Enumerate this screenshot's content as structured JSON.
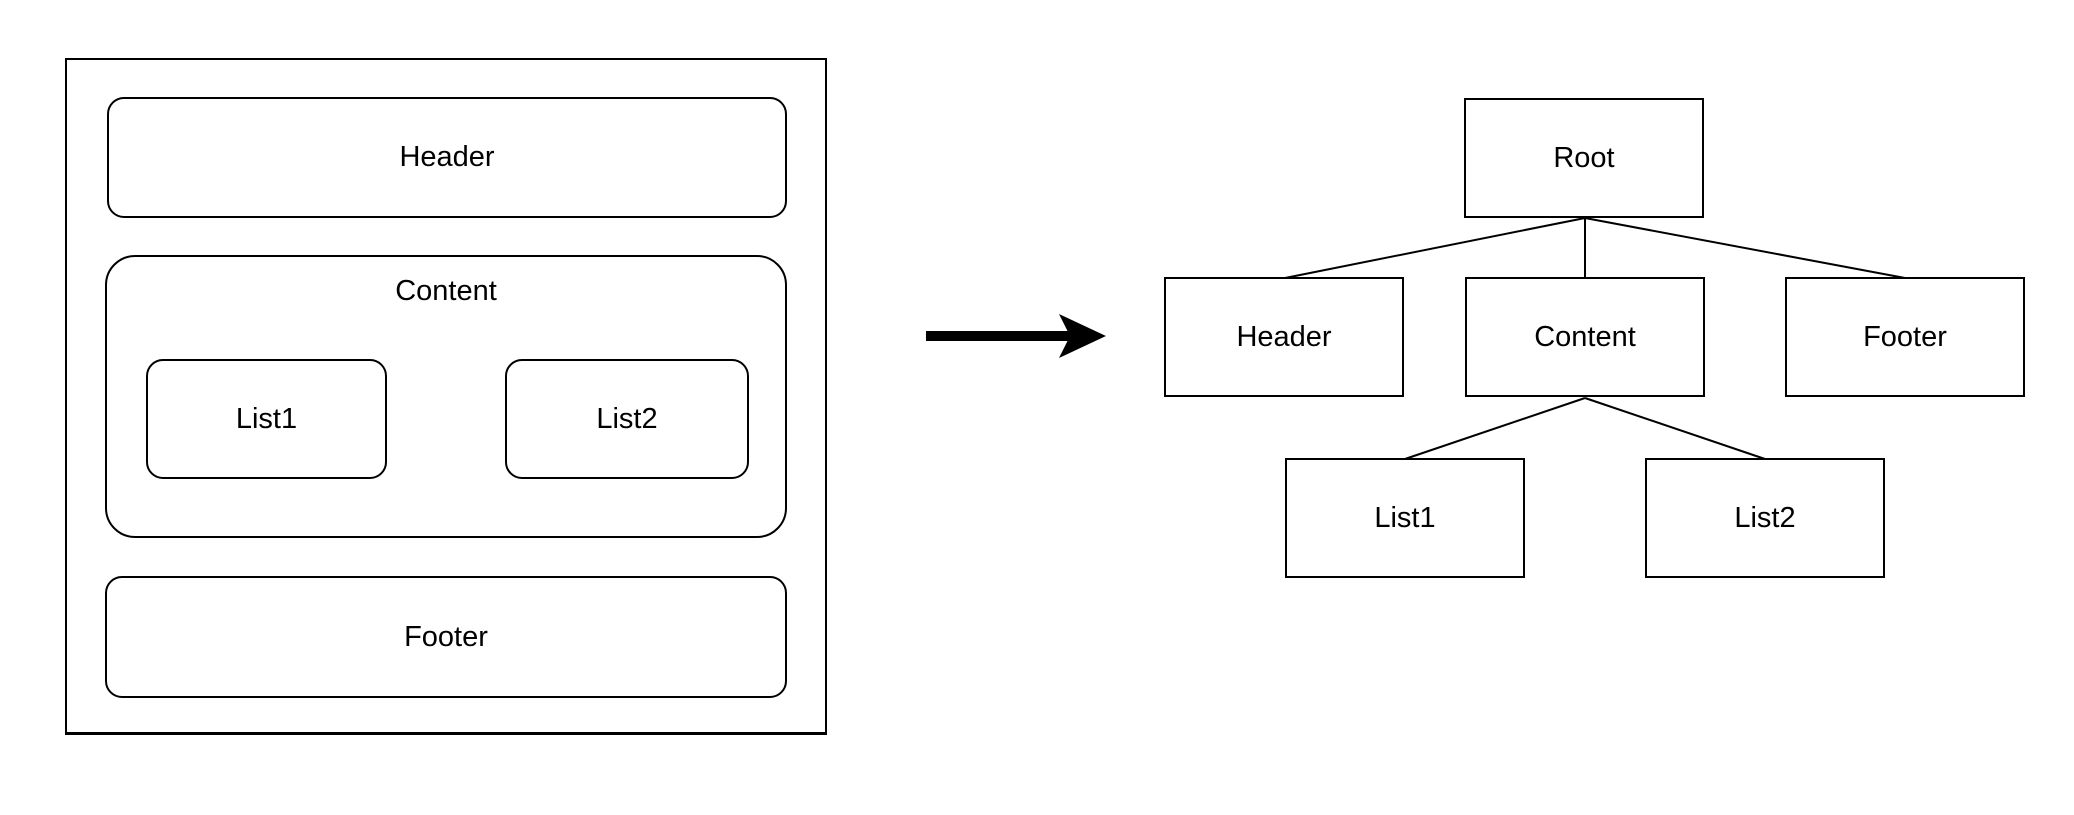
{
  "wireframe": {
    "header": "Header",
    "content": "Content",
    "list1": "List1",
    "list2": "List2",
    "footer": "Footer"
  },
  "tree": {
    "nodes": {
      "root": "Root",
      "header": "Header",
      "content": "Content",
      "footer": "Footer",
      "list1": "List1",
      "list2": "List2"
    },
    "edges": [
      {
        "from": "Root",
        "to": "Header"
      },
      {
        "from": "Root",
        "to": "Content"
      },
      {
        "from": "Root",
        "to": "Footer"
      },
      {
        "from": "Content",
        "to": "List1"
      },
      {
        "from": "Content",
        "to": "List2"
      }
    ]
  },
  "colors": {
    "stroke": "#000000",
    "text": "#000000",
    "background": "#ffffff"
  }
}
